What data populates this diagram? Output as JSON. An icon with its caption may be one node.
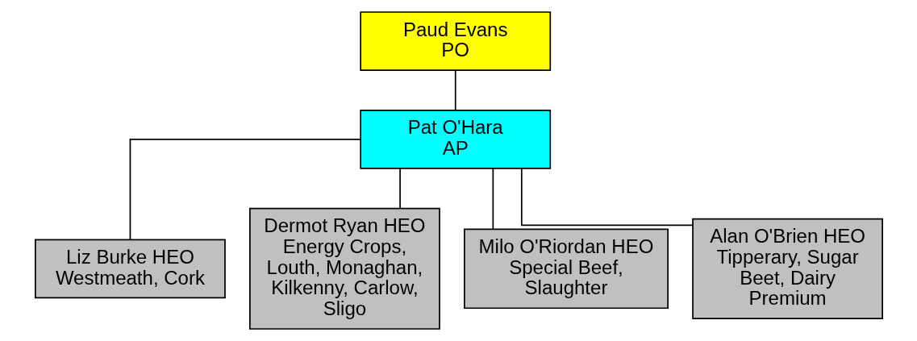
{
  "diagram": {
    "nodes": [
      {
        "text": [
          "Paud Evans",
          "PO"
        ]
      },
      {
        "text": [
          "Pat O'Hara",
          "AP"
        ]
      },
      {
        "text": [
          "Liz Burke HEO",
          "Westmeath, Cork"
        ]
      },
      {
        "text": [
          "Dermot Ryan HEO",
          "Energy Crops, Louth, Monaghan, Kilkenny, Carlow, Sligo"
        ]
      },
      {
        "text": [
          "Milo O'Riordan HEO",
          "Special Beef, Slaughter"
        ]
      },
      {
        "text": [
          "Alan O'Brien HEO",
          "Tipperary, Sugar Beet, Dairy Premium"
        ]
      }
    ],
    "edges": [
      {
        "from": 0,
        "to": 1,
        "arrow": "none"
      },
      {
        "from": 1,
        "to": 2,
        "arrow": "none"
      },
      {
        "from": 1,
        "to": 3,
        "arrow": "none"
      },
      {
        "from": 1,
        "to": 4,
        "arrow": "none"
      },
      {
        "from": 1,
        "to": 5,
        "arrow": "none"
      }
    ]
  }
}
